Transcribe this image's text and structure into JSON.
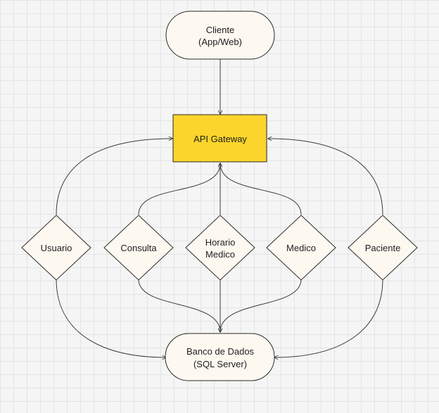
{
  "nodes": {
    "cliente": {
      "line1": "Cliente",
      "line2": "(App/Web)",
      "shape": "pill",
      "fill": "#fdf8f0"
    },
    "api_gateway": {
      "label": "API Gateway",
      "shape": "rectangle",
      "fill": "#fbd52b"
    },
    "usuario": {
      "label": "Usuario",
      "shape": "diamond"
    },
    "consulta": {
      "label": "Consulta",
      "shape": "diamond"
    },
    "horario_medico": {
      "line1": "Horario",
      "line2": "Medico",
      "shape": "diamond"
    },
    "medico": {
      "label": "Medico",
      "shape": "diamond"
    },
    "paciente": {
      "label": "Paciente",
      "shape": "diamond"
    },
    "banco_de_dados": {
      "line1": "Banco de Dados",
      "line2": "(SQL Server)",
      "shape": "pill",
      "fill": "#fdf8f0"
    }
  },
  "edges": [
    {
      "from": "Cliente",
      "to": "API Gateway"
    },
    {
      "from": "Usuario",
      "to": "API Gateway"
    },
    {
      "from": "Consulta",
      "to": "API Gateway"
    },
    {
      "from": "Horario Medico",
      "to": "API Gateway"
    },
    {
      "from": "Medico",
      "to": "API Gateway"
    },
    {
      "from": "Paciente",
      "to": "API Gateway"
    },
    {
      "from": "Usuario",
      "to": "Banco de Dados"
    },
    {
      "from": "Consulta",
      "to": "Banco de Dados"
    },
    {
      "from": "Horario Medico",
      "to": "Banco de Dados"
    },
    {
      "from": "Medico",
      "to": "Banco de Dados"
    },
    {
      "from": "Paciente",
      "to": "Banco de Dados"
    }
  ]
}
